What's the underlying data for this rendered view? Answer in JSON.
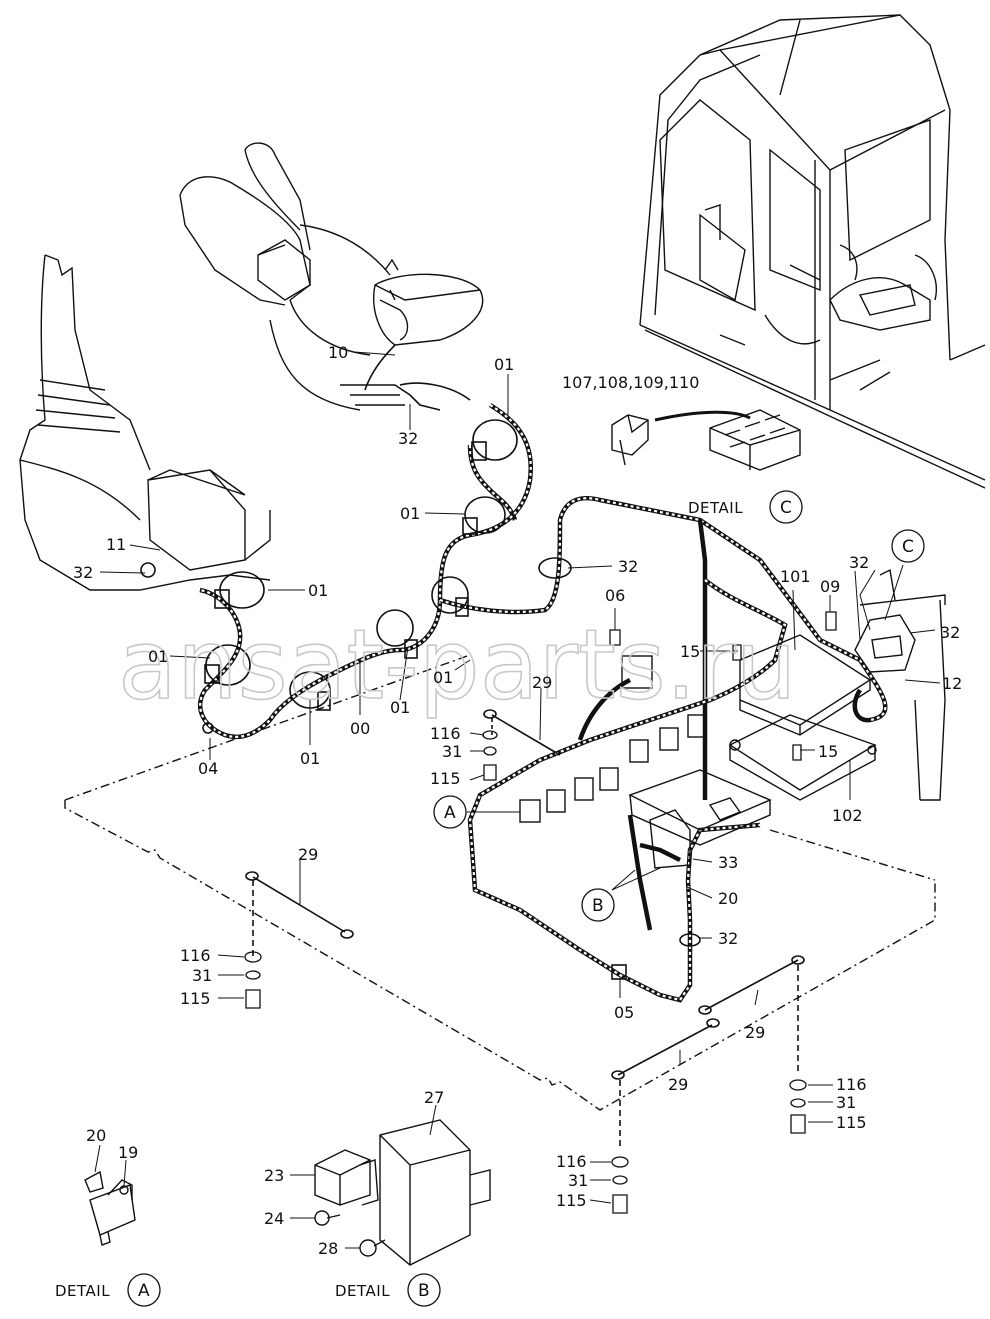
{
  "watermark": "ansat-parts.ru",
  "labels": {
    "l00": "00",
    "l01a": "01",
    "l01b": "01",
    "l01c": "01",
    "l01d": "01",
    "l01e": "01",
    "l01f": "01",
    "l01g": "01",
    "l04": "04",
    "l05": "05",
    "l06": "06",
    "l09": "09",
    "l10": "10",
    "l11": "11",
    "l12": "12",
    "l15a": "15",
    "l15b": "15",
    "l19": "19",
    "l20a": "20",
    "l20b": "20",
    "l23": "23",
    "l24": "24",
    "l27": "27",
    "l28": "28",
    "l29a": "29",
    "l29b": "29",
    "l29c": "29",
    "l29d": "29",
    "l31a": "31",
    "l31b": "31",
    "l31c": "31",
    "l31d": "31",
    "l32a": "32",
    "l32b": "32",
    "l32c": "32",
    "l32d": "32",
    "l32e": "32",
    "l32f": "32",
    "l33": "33",
    "l101": "101",
    "l102": "102",
    "l107": "107,108,109,110",
    "l115a": "115",
    "l115b": "115",
    "l115c": "115",
    "l115d": "115",
    "l116a": "116",
    "l116b": "116",
    "l116c": "116",
    "l116d": "116"
  },
  "callouts": {
    "A": "A",
    "B": "B",
    "C": "C"
  },
  "details": {
    "detailA": "DETAIL",
    "detailA_letter": "A",
    "detailB": "DETAIL",
    "detailB_letter": "B",
    "detailC": "DETAIL",
    "detailC_letter": "C"
  }
}
